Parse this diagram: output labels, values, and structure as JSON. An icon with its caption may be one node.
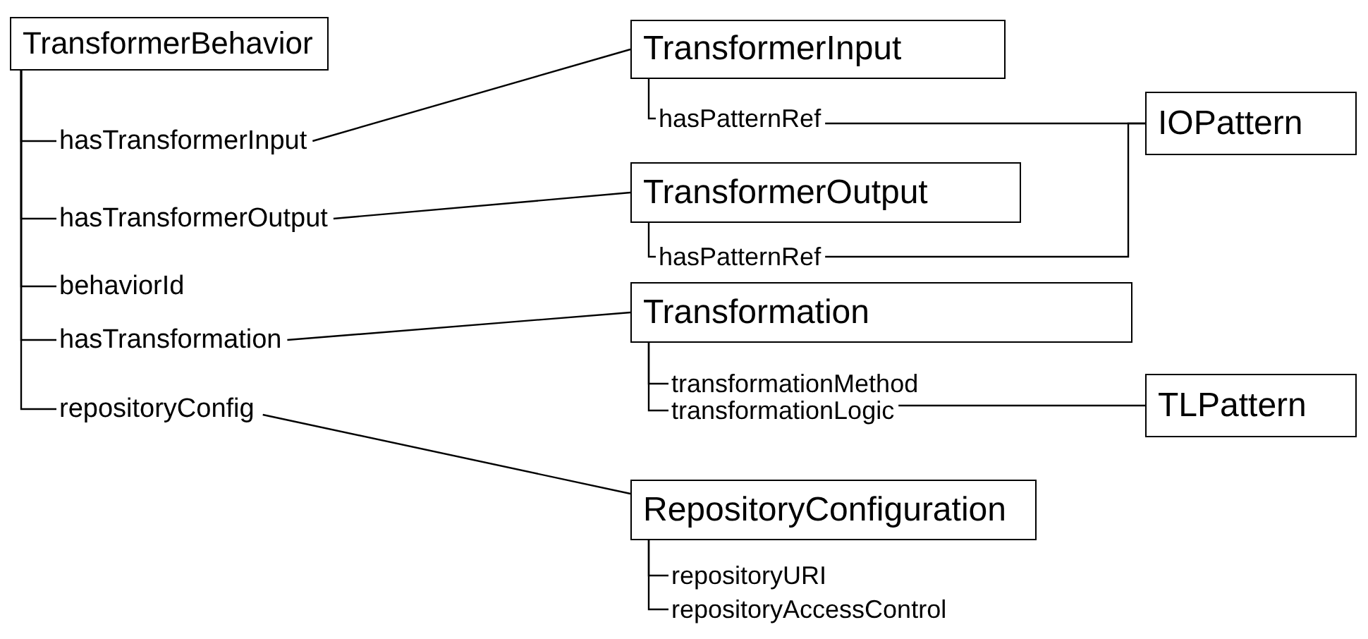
{
  "diagram": {
    "nodes": [
      {
        "text": [
          "TransformerBehavior"
        ]
      },
      {
        "text": [
          "hasTransformerInput"
        ]
      },
      {
        "text": [
          "hasTransformerOutput"
        ]
      },
      {
        "text": [
          "behaviorId"
        ]
      },
      {
        "text": [
          "hasTransformation"
        ]
      },
      {
        "text": [
          "repositoryConfig"
        ]
      },
      {
        "text": [
          "TransformerInput"
        ]
      },
      {
        "text": [
          "hasPatternRef"
        ]
      },
      {
        "text": [
          "IOPattern"
        ]
      },
      {
        "text": [
          "TransformerOutput"
        ]
      },
      {
        "text": [
          "hasPatternRef"
        ]
      },
      {
        "text": [
          "Transformation"
        ]
      },
      {
        "text": [
          "transformationMethod"
        ]
      },
      {
        "text": [
          "transformationLogic"
        ]
      },
      {
        "text": [
          "TLPattern"
        ]
      },
      {
        "text": [
          "RepositoryConfiguration"
        ]
      },
      {
        "text": [
          "repositoryURI"
        ]
      },
      {
        "text": [
          "repositoryAccessControl"
        ]
      }
    ],
    "edges": [
      {
        "from": 0,
        "to": 1,
        "arrow": "none"
      },
      {
        "from": 0,
        "to": 2,
        "arrow": "none"
      },
      {
        "from": 0,
        "to": 3,
        "arrow": "none"
      },
      {
        "from": 0,
        "to": 4,
        "arrow": "none"
      },
      {
        "from": 0,
        "to": 5,
        "arrow": "none"
      },
      {
        "from": 1,
        "to": 6,
        "arrow": "none"
      },
      {
        "from": 2,
        "to": 9,
        "arrow": "none"
      },
      {
        "from": 4,
        "to": 11,
        "arrow": "none"
      },
      {
        "from": 5,
        "to": 15,
        "arrow": "none"
      },
      {
        "from": 6,
        "to": 7,
        "arrow": "none"
      },
      {
        "from": 7,
        "to": 8,
        "arrow": "none"
      },
      {
        "from": 9,
        "to": 10,
        "arrow": "none"
      },
      {
        "from": 10,
        "to": 8,
        "arrow": "none"
      },
      {
        "from": 11,
        "to": 12,
        "arrow": "none"
      },
      {
        "from": 11,
        "to": 13,
        "arrow": "none"
      },
      {
        "from": 13,
        "to": 14,
        "arrow": "none"
      },
      {
        "from": 15,
        "to": 16,
        "arrow": "none"
      },
      {
        "from": 15,
        "to": 17,
        "arrow": "none"
      }
    ]
  }
}
